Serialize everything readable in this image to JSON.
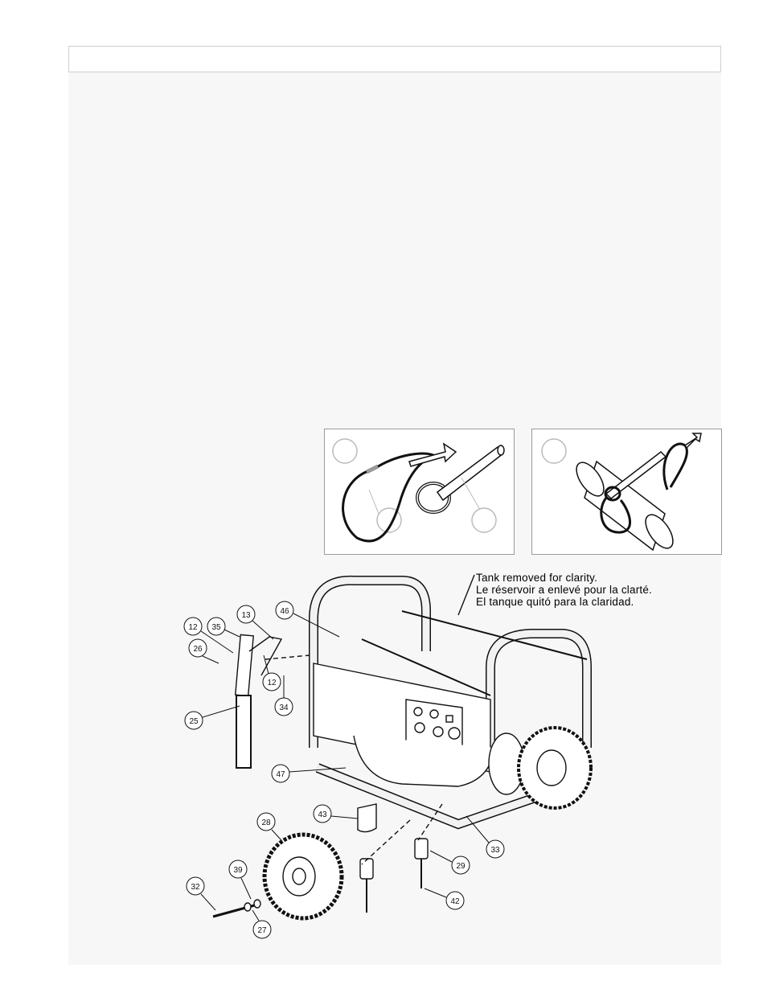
{
  "header": {
    "title": ""
  },
  "diagram": {
    "note_lines": [
      "Tank removed for clarity.",
      "Le réservoir a enlevé pour la clarté.",
      "El tanque quitó para la claridad."
    ],
    "callouts": [
      "12",
      "35",
      "13",
      "46",
      "26",
      "12",
      "34",
      "25",
      "47",
      "43",
      "33",
      "28",
      "29",
      "39",
      "32",
      "42",
      "27"
    ]
  },
  "colors": {
    "line": "#111111",
    "frame": "#f2f2f2",
    "inset_border": "#9a9a9a",
    "header_border": "#cfcfcf"
  }
}
